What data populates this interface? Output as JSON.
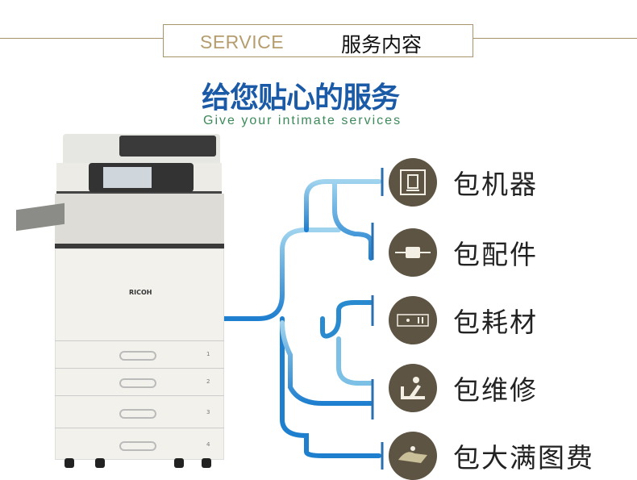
{
  "header": {
    "en": "SERVICE",
    "cn": "服务内容"
  },
  "title": "给您贴心的服务",
  "subtitle": "Give your intimate services",
  "printer": {
    "brand": "RICOH",
    "trays": [
      "1",
      "2",
      "3",
      "4"
    ]
  },
  "services": [
    {
      "icon": "printer-icon",
      "label": "包机器"
    },
    {
      "icon": "cable-icon",
      "label": "包配件"
    },
    {
      "icon": "cartridge-icon",
      "label": "包耗材"
    },
    {
      "icon": "technician-icon",
      "label": "包维修"
    },
    {
      "icon": "delivery-icon",
      "label": "包大满图费"
    }
  ],
  "colors": {
    "gold": "#a8946a",
    "blue": "#1a5aa6",
    "icon_bg": "#5e5444",
    "line": "#2a8ad0"
  }
}
